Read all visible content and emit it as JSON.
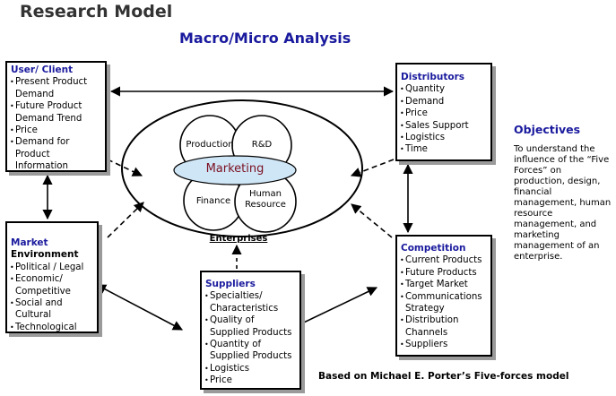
{
  "title": "Research Model",
  "subtitle": "Macro/Micro Analysis",
  "user_client": {
    "heading": "User/ Client",
    "items": [
      "Present Product Demand",
      "Future Product Demand Trend",
      "Price",
      "Demand for Product Information"
    ]
  },
  "market": {
    "heading": "Market",
    "heading2": "Environment",
    "items": [
      "Political / Legal",
      "Economic/ Competitive",
      "Social and Cultural",
      "Technological"
    ]
  },
  "distributors": {
    "heading": "Distributors",
    "items": [
      "Quantity",
      "Demand",
      "Price",
      "Sales Support",
      "Logistics",
      "Time"
    ]
  },
  "competition": {
    "heading": "Competition",
    "items": [
      "Current Products",
      "Future Products",
      "Target Market",
      "Communications Strategy",
      "Distribution Channels",
      "Suppliers"
    ]
  },
  "suppliers": {
    "heading": "Suppliers",
    "items": [
      "Specialties/ Characteristics",
      "Quality of Supplied Products",
      "Quantity of Supplied Products",
      "Logistics",
      "Price"
    ]
  },
  "enterprise": {
    "production": "Production",
    "rd": "R&D",
    "marketing": "Marketing",
    "finance": "Finance",
    "human_resource_1": "Human",
    "human_resource_2": "Resource",
    "label": "Enterprises"
  },
  "objectives": {
    "heading": "Objectives",
    "text": "To understand the influence of the “Five Forces” on production, design, financial management, human resource management, and marketing management of an enterprise."
  },
  "caption": "Based on Michael E. Porter’s Five-forces model",
  "colors": {
    "heading_blue": "#1a1a9e",
    "marketing_red": "#7a1020",
    "marketing_fill": "#cfe6f7"
  }
}
